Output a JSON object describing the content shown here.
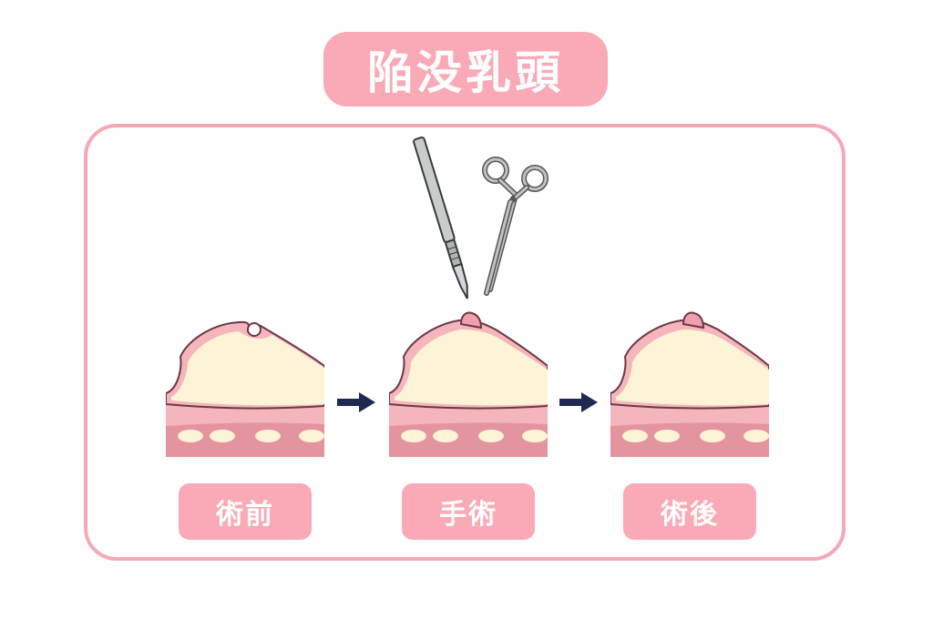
{
  "title": "陥没乳頭",
  "stages": [
    {
      "label": "術前"
    },
    {
      "label": "手術"
    },
    {
      "label": "術後"
    }
  ],
  "colors": {
    "accent_pink": "#f9aab6",
    "frame_border": "#f6a9b5",
    "breast_fill": "#fdf3d6",
    "skin_band": "#f4b5bd",
    "muscle": "#e4949e",
    "nipple": "#f0a0ac",
    "arrow": "#1e2a52",
    "instrument": "#bfc2c4"
  },
  "icons": [
    "scalpel-icon",
    "forceps-icon",
    "arrow-right-icon"
  ]
}
